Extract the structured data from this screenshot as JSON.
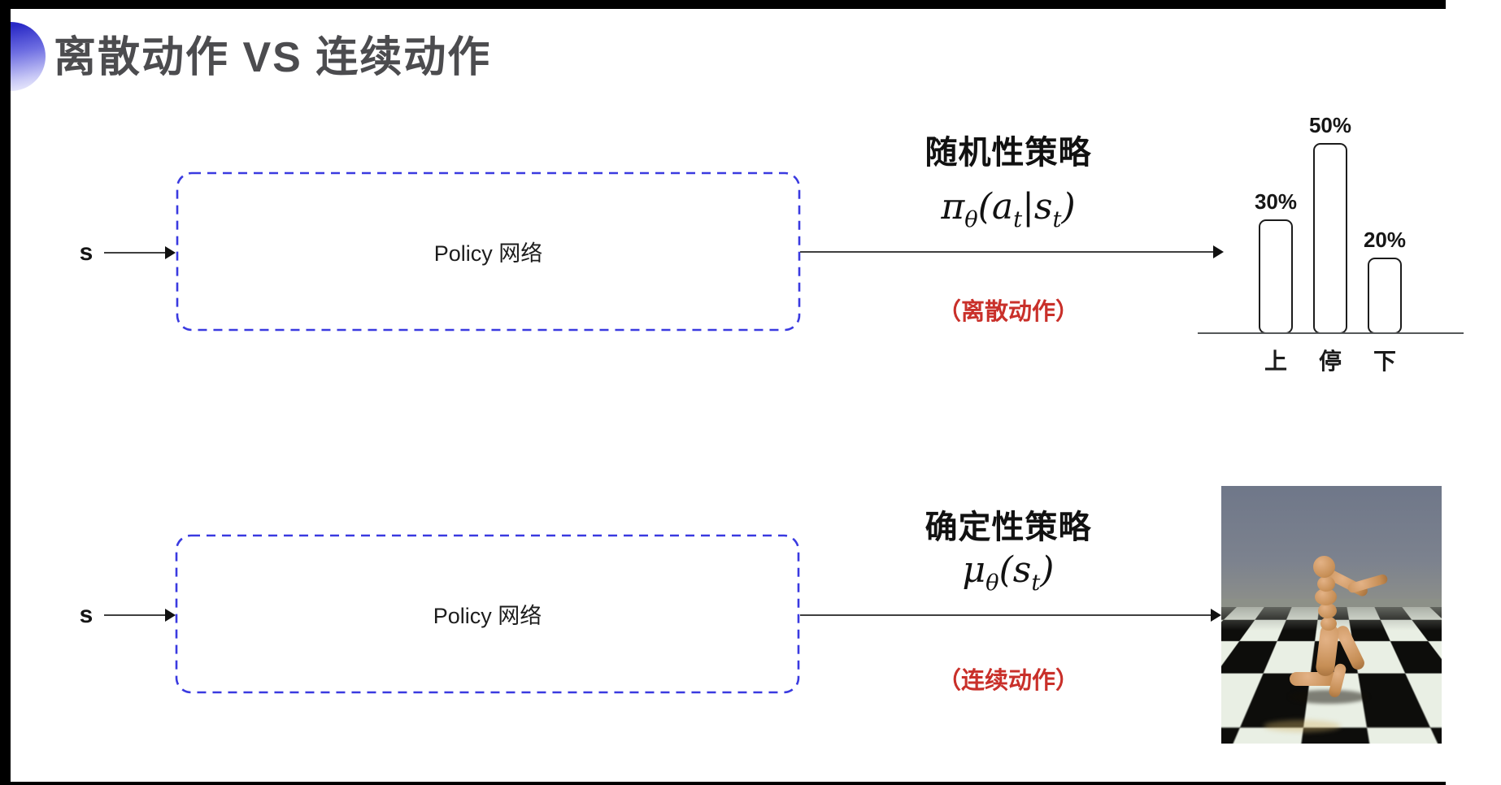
{
  "title": {
    "text": "离散动作 VS 连续动作"
  },
  "top_flow": {
    "input_label": "s",
    "box_label": "Policy 网络",
    "policy_type": "随机性策略",
    "formula": {
      "pi": "π",
      "theta": "θ",
      "part1": "(a",
      "sub1": "t",
      "part2": "|s",
      "sub2": "t",
      "part3": ")"
    },
    "action_note": "（离散动作）"
  },
  "bottom_flow": {
    "input_label": "s",
    "box_label": "Policy 网络",
    "policy_type": "确定性策略",
    "formula": {
      "mu": "μ",
      "theta": "θ",
      "part1": "(s",
      "sub1": "t",
      "part2": ")"
    },
    "action_note": "（连续动作）"
  },
  "chart_data": {
    "type": "bar",
    "categories": [
      "上",
      "停",
      "下"
    ],
    "values": [
      30,
      50,
      20
    ],
    "labels": [
      "30%",
      "50%",
      "20%"
    ],
    "title": "",
    "xlabel": "",
    "ylabel": "",
    "ylim": [
      0,
      55
    ],
    "grid": false,
    "legend": false
  },
  "colors": {
    "box_border": "#3a3ae0",
    "note_red": "#c9302a",
    "title_gray": "#4c4c4f",
    "arrow": "#3f3f3f",
    "sim_sky": "#7b8292",
    "sim_floor_light": "#e9efe4",
    "sim_floor_dark": "#0d0d0b",
    "robot_tan": "#c68e55"
  }
}
